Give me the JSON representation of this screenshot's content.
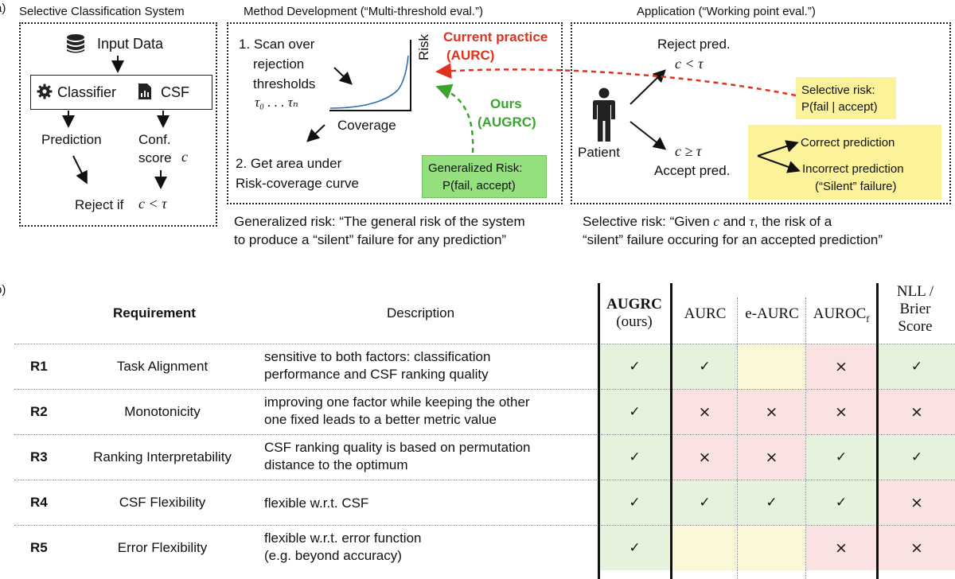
{
  "panel_a": {
    "label": "a)",
    "system": {
      "title": "Selective Classification System",
      "input": "Input Data",
      "classifier": "Classifier",
      "csf": "CSF",
      "prediction": "Prediction",
      "conf_score": "Conf.",
      "score": "score",
      "score_var": "c",
      "reject_if": "Reject if",
      "reject_cond": "c < τ"
    },
    "method": {
      "title": "Method Development (“Multi-threshold eval.”)",
      "step1_l1": "1. Scan over",
      "step1_l2": "rejection",
      "step1_l3": "thresholds",
      "step1_l4": "τ₀ . . . τₙ",
      "risk_axis": "Risk",
      "coverage_axis": "Coverage",
      "step2_l1": "2. Get area under",
      "step2_l2": "Risk-coverage curve",
      "current_l1": "Current practice",
      "current_l2": "(AURC)",
      "ours_l1": "Ours",
      "ours_l2": "(AUGRC)",
      "gen_risk_l1": "Generalized Risk:",
      "gen_risk_l2": "P(fail, accept)",
      "caption_l1": "Generalized risk: “The general risk of the system",
      "caption_l2": "to  produce a “silent” failure for any prediction”"
    },
    "application": {
      "title": "Application (“Working point eval.”)",
      "reject_pred": "Reject pred.",
      "reject_cond": "c < τ",
      "patient": "Patient",
      "accept_cond": "c ≥ τ",
      "accept_pred": "Accept pred.",
      "sel_risk_l1": "Selective risk:",
      "sel_risk_l2": "P(fail | accept)",
      "correct": "Correct prediction",
      "incorrect": "Incorrect prediction",
      "silent": "(“Silent” failure)",
      "caption_l1_a": "Selective risk: “Given",
      "caption_l1_c": "c",
      "caption_l1_and": "and",
      "caption_l1_t": "τ",
      "caption_l1_b": ", the risk of a",
      "caption_l2": "“silent” failure occuring for an accepted prediction”"
    }
  },
  "panel_b": {
    "label": "b)",
    "headers": {
      "requirement": "Requirement",
      "description": "Description",
      "augrc": "AUGRC",
      "augrc_sub": "(ours)",
      "aurc": "AURC",
      "eaurc": "e-AURC",
      "aurocf": "AUROC",
      "aurocf_sub": "f",
      "nll_l1": "NLL /",
      "nll_l2": "Brier",
      "nll_l3": "Score"
    },
    "rows": [
      {
        "id": "R1",
        "name": "Task Alignment",
        "desc1": "sensitive to both factors: classification",
        "desc2": "performance and CSF ranking quality",
        "marks": [
          "✓",
          "✓",
          "",
          "×",
          "✓"
        ],
        "colors": [
          "g",
          "g",
          "y",
          "r",
          "g"
        ]
      },
      {
        "id": "R2",
        "name": "Monotonicity",
        "desc1": "improving one factor while keeping the other",
        "desc2": "one fixed leads to a better metric value",
        "marks": [
          "✓",
          "×",
          "×",
          "×",
          "×"
        ],
        "colors": [
          "g",
          "r",
          "r",
          "r",
          "r"
        ]
      },
      {
        "id": "R3",
        "name": "Ranking Interpretability",
        "desc1": "CSF ranking quality is based on permutation",
        "desc2": "distance to the optimum",
        "marks": [
          "✓",
          "×",
          "×",
          "✓",
          "✓"
        ],
        "colors": [
          "g",
          "r",
          "r",
          "g",
          "g"
        ]
      },
      {
        "id": "R4",
        "name": "CSF Flexibility",
        "desc1": "flexible w.r.t. CSF",
        "desc2": "",
        "marks": [
          "✓",
          "✓",
          "✓",
          "✓",
          "×"
        ],
        "colors": [
          "g",
          "g",
          "g",
          "g",
          "r"
        ]
      },
      {
        "id": "R5",
        "name": "Error Flexibility",
        "desc1": "flexible w.r.t. error function",
        "desc2": "(e.g. beyond accuracy)",
        "marks": [
          "✓",
          "",
          "",
          "×",
          "×"
        ],
        "colors": [
          "g",
          "y",
          "y",
          "r",
          "r"
        ]
      }
    ]
  }
}
